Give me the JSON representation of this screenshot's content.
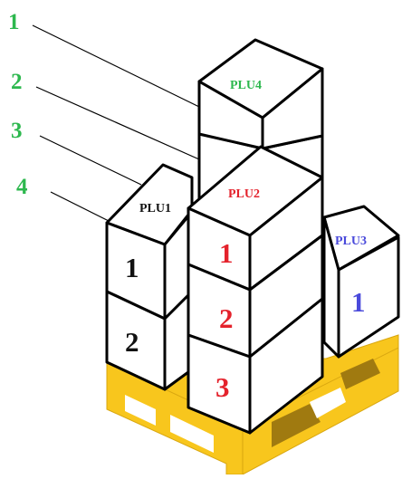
{
  "colors": {
    "pallet": "#F8C61D",
    "pallet_shadow": "#A07A10",
    "pallet_edge": "#D9A710",
    "callout_text": "#2DB84E",
    "plu1_text": "#111111",
    "plu2_text": "#E4222C",
    "plu3_text": "#4A4ADB",
    "plu4_text": "#2DB84E",
    "outline": "#000000",
    "box_fill": "#ffffff"
  },
  "callouts": {
    "c1": "1",
    "c2": "2",
    "c3": "3",
    "c4": "4"
  },
  "plu1": {
    "label": "PLU1",
    "box1": "1",
    "box2": "2"
  },
  "plu2": {
    "label": "PLU2",
    "box1": "1",
    "box2": "2",
    "box3": "3"
  },
  "plu3": {
    "label": "PLU3",
    "box1": "1"
  },
  "plu4": {
    "label": "PLU4"
  }
}
